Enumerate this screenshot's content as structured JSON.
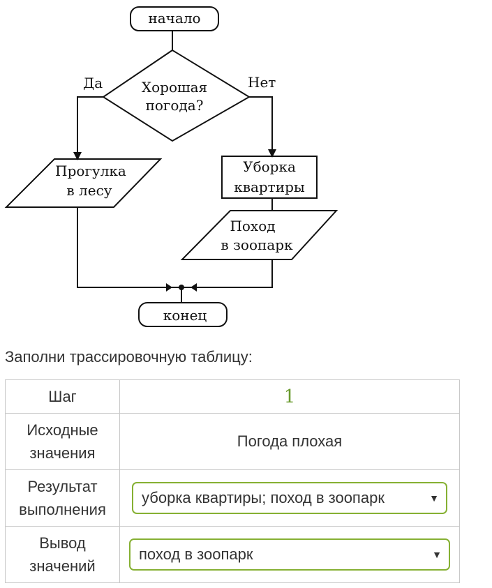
{
  "flowchart": {
    "start": "начало",
    "decision": [
      "Хорошая",
      "погода?"
    ],
    "yes_label": "Да",
    "no_label": "Нет",
    "walk": [
      "Прогулка",
      "в лесу"
    ],
    "cleanup": [
      "Уборка",
      "квартиры"
    ],
    "zoo": [
      "Поход",
      "в зоопарк"
    ],
    "end": "конец"
  },
  "instruction": "Заполни трассировочную таблицу:",
  "table": {
    "step_label": "Шаг",
    "step_value": "1",
    "input_label": [
      "Исходные",
      "значения"
    ],
    "input_value": "Погода плохая",
    "result_label": [
      "Результат",
      "выполнения"
    ],
    "result_value": "уборка квартиры; поход в зоопарк",
    "output_label": [
      "Вывод",
      "значений"
    ],
    "output_value": "поход в зоопарк"
  },
  "colors": {
    "accent": "#86b033",
    "step_number": "#6a9a2e"
  },
  "icons": {
    "dropdown": "dropdown-arrow-icon"
  }
}
